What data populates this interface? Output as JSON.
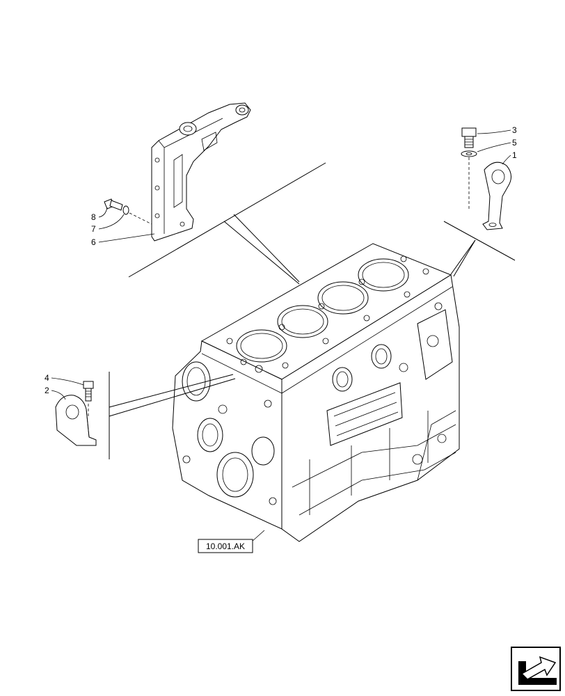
{
  "diagram": {
    "callouts": [
      {
        "id": "c3",
        "label": "3"
      },
      {
        "id": "c5",
        "label": "5"
      },
      {
        "id": "c1",
        "label": "1"
      },
      {
        "id": "c8",
        "label": "8"
      },
      {
        "id": "c7",
        "label": "7"
      },
      {
        "id": "c6",
        "label": "6"
      },
      {
        "id": "c4",
        "label": "4"
      },
      {
        "id": "c2",
        "label": "2"
      }
    ],
    "reference": "10.001.AK",
    "nav_icon": "next-page-arrow-icon"
  }
}
